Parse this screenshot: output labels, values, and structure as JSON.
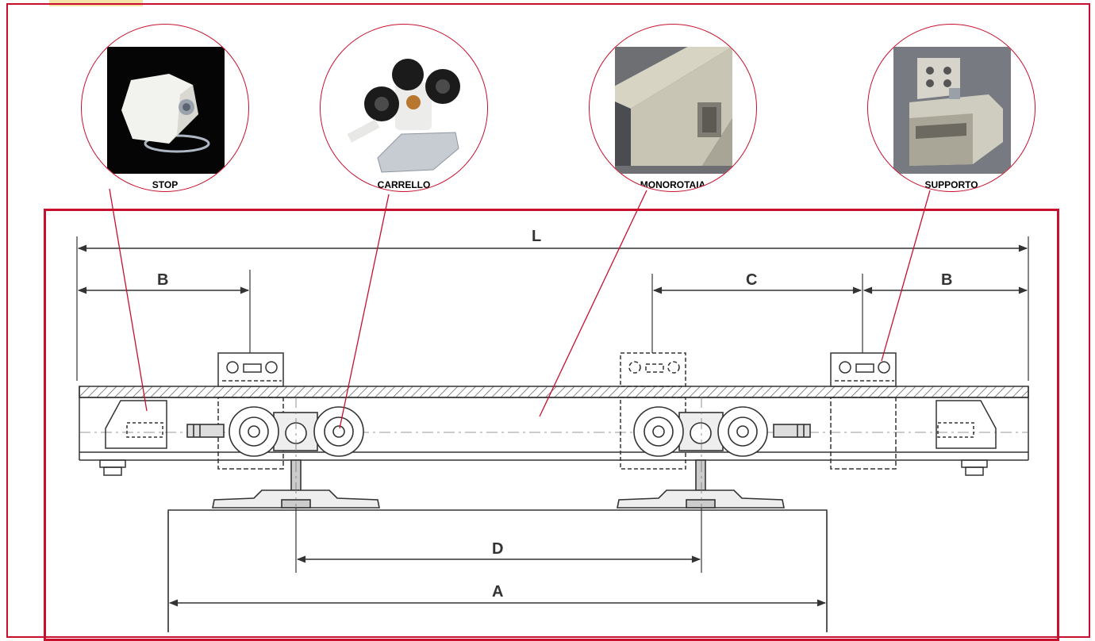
{
  "components": {
    "stop": {
      "label": "STOP"
    },
    "carrello": {
      "label": "CARRELLO"
    },
    "monorotaia": {
      "label": "MONOROTAIA"
    },
    "supporto": {
      "label": "SUPPORTO"
    }
  },
  "dimensions": {
    "L": "L",
    "B_left": "B",
    "B_right": "B",
    "C": "C",
    "D": "D",
    "A": "A"
  },
  "colors": {
    "frame": "#c8102e",
    "leader": "#c8102e",
    "drawing": "#333333",
    "photo_bg_dark": "#050505",
    "photo_bg_grey": "#6d6f73"
  }
}
